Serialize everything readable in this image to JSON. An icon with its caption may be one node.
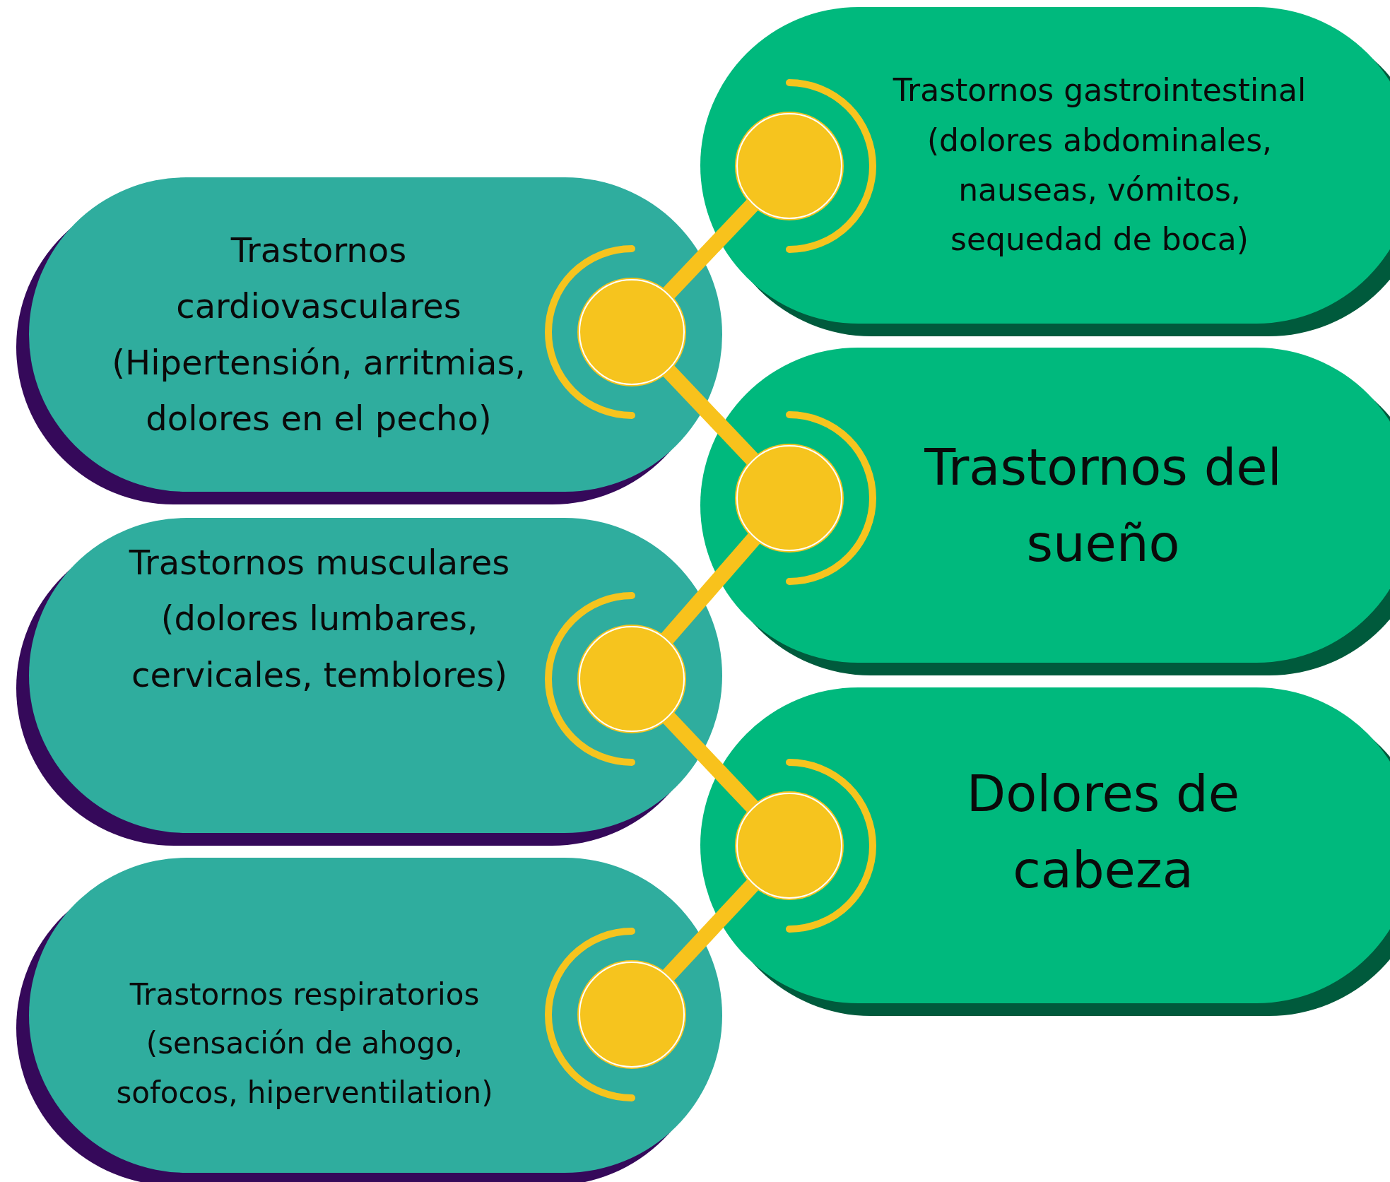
{
  "diagram": {
    "nodes": [
      {
        "text": [
          "Trastornos gastrointestinal (dolores abdominales, nauseas, vómitos, sequedad de boca)"
        ]
      },
      {
        "text": [
          "Trastornos cardiovasculares (Hipertensión, arritmias, dolores en el pecho)"
        ]
      },
      {
        "text": [
          "Trastornos del sueño"
        ]
      },
      {
        "text": [
          "Trastornos musculares (dolores lumbares, cervicales, temblores)"
        ]
      },
      {
        "text": [
          "Dolores de cabeza"
        ]
      },
      {
        "text": [
          "Trastornos respiratorios (sensación de ahogo, sofocos, hiperventilation)"
        ]
      },
      {
        "text": [],
        "shape": "circle",
        "in": 0
      },
      {
        "text": [],
        "shape": "circle",
        "in": 1
      },
      {
        "text": [],
        "shape": "circle",
        "in": 2
      },
      {
        "text": [],
        "shape": "circle",
        "in": 3
      },
      {
        "text": [],
        "shape": "circle",
        "in": 4
      },
      {
        "text": [],
        "shape": "circle",
        "in": 5
      }
    ],
    "edges": [
      {
        "from": 6,
        "to": 7,
        "arrow": "none"
      },
      {
        "from": 7,
        "to": 8,
        "arrow": "none"
      },
      {
        "from": 8,
        "to": 9,
        "arrow": "none"
      },
      {
        "from": 9,
        "to": 10,
        "arrow": "none"
      },
      {
        "from": 10,
        "to": 11,
        "arrow": "none"
      }
    ]
  }
}
